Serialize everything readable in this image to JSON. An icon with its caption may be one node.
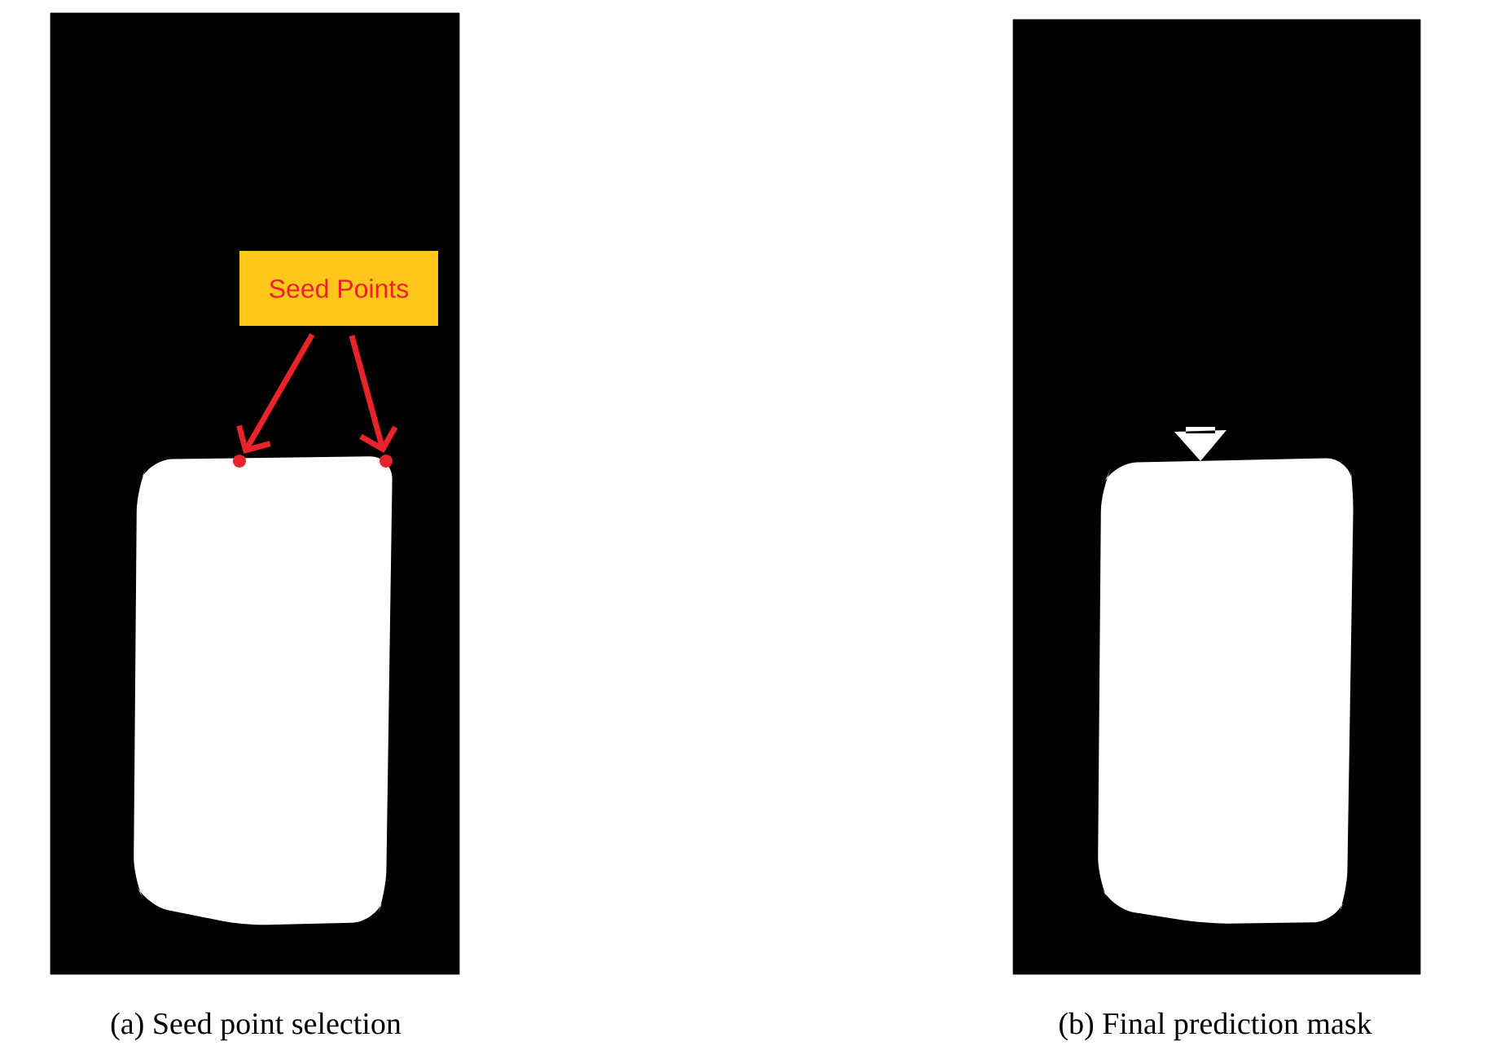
{
  "diagram": {
    "nodes": [
      {
        "text": [
          "Seed Points"
        ]
      },
      {
        "text": [],
        "shape": "circle"
      },
      {
        "text": [],
        "shape": "circle"
      }
    ],
    "edges": [
      {
        "from": 0,
        "to": 1,
        "arrow": "to"
      },
      {
        "from": 0,
        "to": 2,
        "arrow": "to"
      }
    ],
    "labels": [
      "(a) Seed point selection",
      "(b) Final prediction mask"
    ]
  }
}
